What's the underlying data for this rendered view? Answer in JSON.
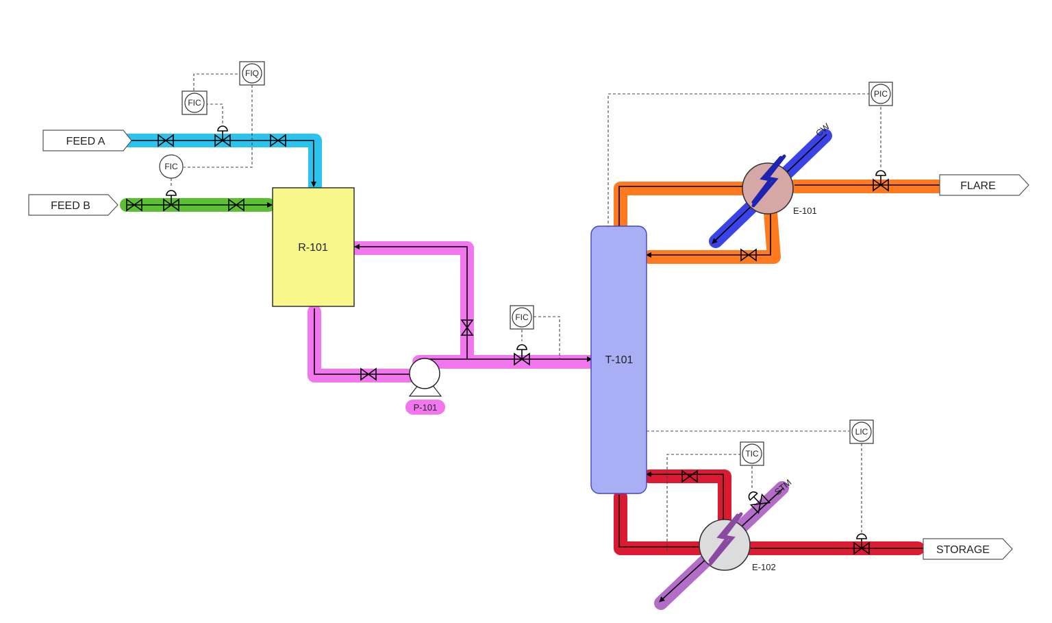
{
  "streams": {
    "feed_a": "FEED A",
    "feed_b": "FEED B",
    "flare": "FLARE",
    "storage": "STORAGE"
  },
  "equipment": {
    "reactor": "R-101",
    "pump": "P-101",
    "column": "T-101",
    "condenser": "E-101",
    "reboiler": "E-102"
  },
  "utilities": {
    "cooling_water": "CW",
    "steam": "STM"
  },
  "instruments": {
    "fiq": "FIQ",
    "fic_feed_a": "FIC",
    "fic_feed_b": "FIC",
    "fic_recycle": "FIC",
    "pic": "PIC",
    "lic": "LIC",
    "tic": "TIC"
  },
  "colors": {
    "feed_a_line": "#29c3ee",
    "feed_b_line": "#5cc132",
    "recycle_line": "#f276ee",
    "overhead_line": "#ff7a1f",
    "cooling_water": "#3a43e8",
    "bottoms_line": "#dd1a33",
    "steam": "#b36cc7",
    "reactor_fill": "#f7f78a",
    "column_fill": "#a9aef5",
    "condenser_fill": "#d6a7a7",
    "reboiler_fill": "#dcdcdc"
  }
}
